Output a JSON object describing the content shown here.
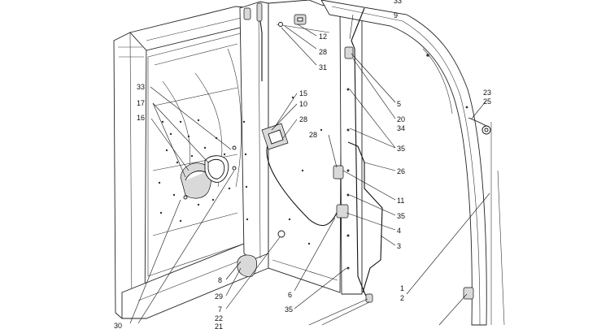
{
  "callouts": [
    {
      "id": "c-33",
      "label": "33"
    },
    {
      "id": "c-9",
      "label": "9"
    },
    {
      "id": "c-12",
      "label": "12"
    },
    {
      "id": "c-28a",
      "label": "28"
    },
    {
      "id": "c-31",
      "label": "31"
    },
    {
      "id": "c-17",
      "label": "17"
    },
    {
      "id": "c-16",
      "label": "16"
    },
    {
      "id": "c-15",
      "label": "15"
    },
    {
      "id": "c-10",
      "label": "10"
    },
    {
      "id": "c-28b",
      "label": "28"
    },
    {
      "id": "c-28c",
      "label": "28"
    },
    {
      "id": "c-5",
      "label": "5"
    },
    {
      "id": "c-20",
      "label": "20"
    },
    {
      "id": "c-34",
      "label": "34"
    },
    {
      "id": "c-35a",
      "label": "35"
    },
    {
      "id": "c-26",
      "label": "26"
    },
    {
      "id": "c-11",
      "label": "11"
    },
    {
      "id": "c-35b",
      "label": "35"
    },
    {
      "id": "c-4",
      "label": "4"
    },
    {
      "id": "c-3",
      "label": "3"
    },
    {
      "id": "c-23",
      "label": "23"
    },
    {
      "id": "c-25",
      "label": "25"
    },
    {
      "id": "c-1",
      "label": "1"
    },
    {
      "id": "c-2",
      "label": "2"
    },
    {
      "id": "c-8",
      "label": "8"
    },
    {
      "id": "c-29",
      "label": "29"
    },
    {
      "id": "c-6",
      "label": "6"
    },
    {
      "id": "c-35c",
      "label": "35"
    },
    {
      "id": "c-7",
      "label": "7"
    },
    {
      "id": "c-22",
      "label": "22"
    },
    {
      "id": "c-21",
      "label": "21"
    },
    {
      "id": "c-30",
      "label": "30"
    },
    {
      "id": "c-top",
      "label": "33"
    }
  ]
}
